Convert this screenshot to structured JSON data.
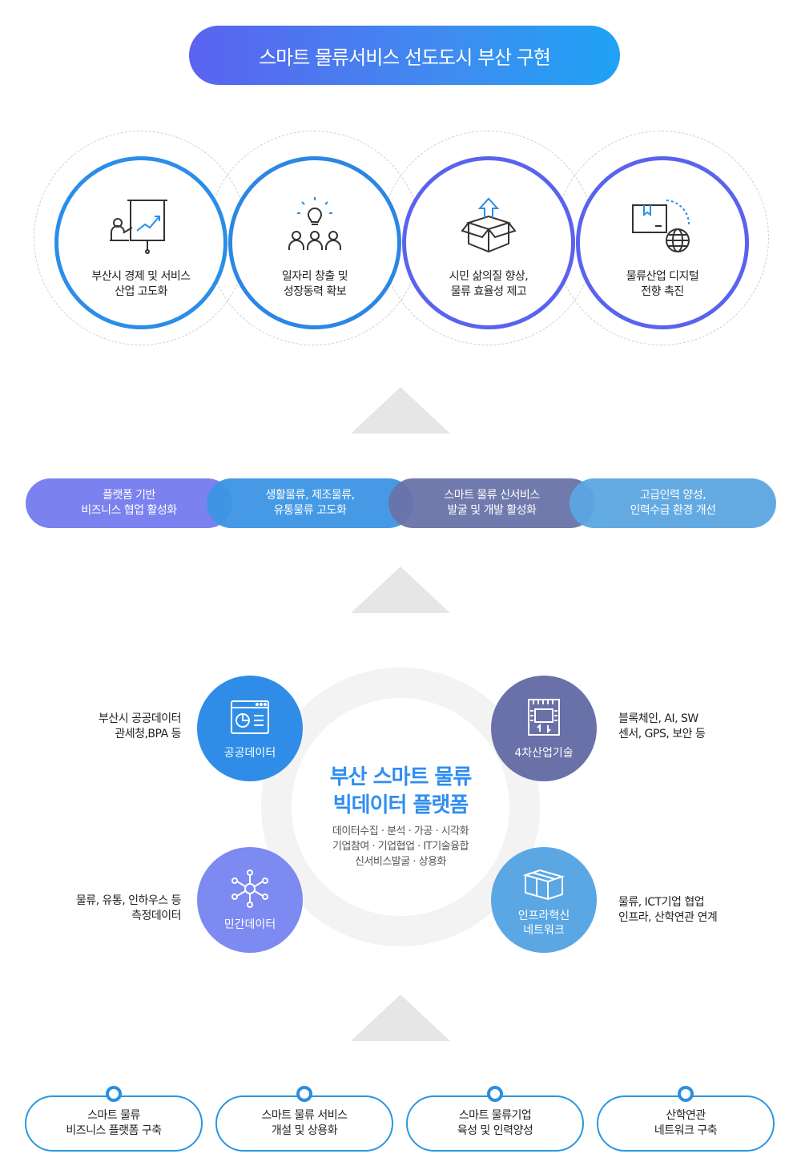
{
  "title": "스마트 물류서비스 선도도시 부산 구현",
  "goals": [
    {
      "line1": "부산시 경제 및 서비스",
      "line2": "산업 고도화",
      "icon": "presentation-chart-icon",
      "color": "#2a8ee8"
    },
    {
      "line1": "일자리 창출 및",
      "line2": "성장동력 확보",
      "icon": "idea-people-icon",
      "color": "#2c86e4"
    },
    {
      "line1": "시민 삶의질 향상,",
      "line2": "물류 효율성 제고",
      "icon": "box-upload-icon",
      "color": "#5a63ee"
    },
    {
      "line1": "물류산업 디지털",
      "line2": "전향 촉진",
      "icon": "box-globe-icon",
      "color": "#5a63ee"
    }
  ],
  "strategies": [
    {
      "line1": "플랫폼 기반",
      "line2": "비즈니스 협업 활성화",
      "color": "#7b82ef"
    },
    {
      "line1": "생활물류, 제조물류,",
      "line2": "유통물류 고도화",
      "color": "#3d95e4"
    },
    {
      "line1": "스마트 물류 신서비스",
      "line2": "발굴 및 개발 활성화",
      "color": "#6a73a8"
    },
    {
      "line1": "고급인력 양성,",
      "line2": "인력수급 환경 개선",
      "color": "#5ba6e2"
    }
  ],
  "hub": {
    "title_line1": "부산 스마트 물류",
    "title_line2": "빅데이터 플랫폼",
    "desc_line1": "데이터수집 · 분석 · 가공 · 시각화",
    "desc_line2": "기업참여 · 기업협업 · IT기술융합",
    "desc_line3": "신서비스발굴 · 상용화"
  },
  "nodes": {
    "public": {
      "label": "공공데이터",
      "side_line1": "부산시 공공데이터",
      "side_line2": "관세청,BPA 등",
      "color": "#2f8de8",
      "icon": "dashboard-window-icon"
    },
    "tech": {
      "label": "4차산업기술",
      "side_line1": "블록체인, AI, SW",
      "side_line2": "센서, GPS, 보안 등",
      "color": "#6a70a8",
      "icon": "chip-icon"
    },
    "private": {
      "label": "민간데이터",
      "side_line1": "물류, 유통, 인하우스 등",
      "side_line2": "측정데이터",
      "color": "#7d8af2",
      "icon": "network-nodes-icon"
    },
    "infra": {
      "label_line1": "인프라혁신",
      "label_line2": "네트워크",
      "side_line1": "물류, ICT기업 협업",
      "side_line2": "인프라, 산학연관 연계",
      "color": "#5aa7e4",
      "icon": "boxes-icon"
    }
  },
  "tasks": [
    {
      "line1": "스마트 물류",
      "line2": "비즈니스 플랫폼 구축"
    },
    {
      "line1": "스마트 물류 서비스",
      "line2": "개설 및 상용화"
    },
    {
      "line1": "스마트 물류기업",
      "line2": "육성 및 인력양성"
    },
    {
      "line1": "산학연관",
      "line2": "네트워크 구축"
    }
  ]
}
